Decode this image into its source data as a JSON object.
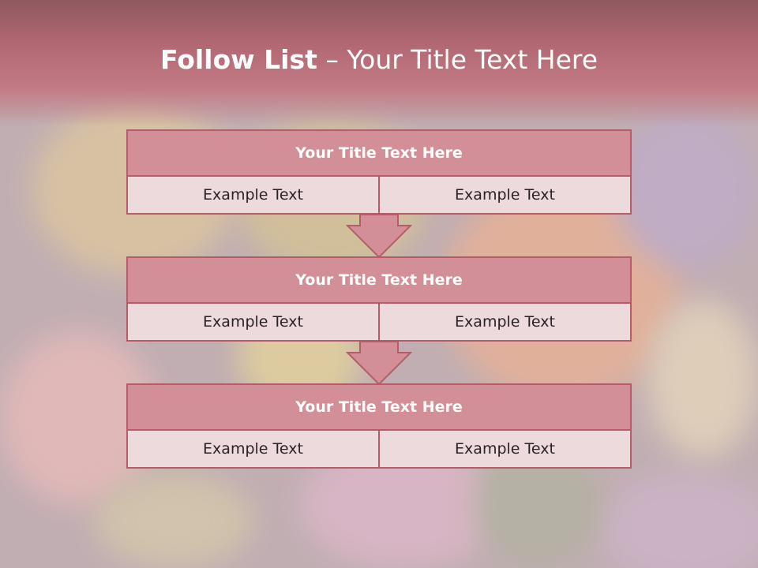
{
  "slide": {
    "title_bold": "Follow List",
    "title_rest": " – Your Title Text Here"
  },
  "steps": [
    {
      "title": "Your Title Text Here",
      "left": "Example Text",
      "right": "Example Text"
    },
    {
      "title": "Your Title Text Here",
      "left": "Example Text",
      "right": "Example Text"
    },
    {
      "title": "Your Title Text Here",
      "left": "Example Text",
      "right": "Example Text"
    }
  ],
  "colors": {
    "header": "#b26873",
    "box_border": "#b65c69",
    "box_title_fill": "#d28f98",
    "box_cell_fill": "#ecdadd",
    "arrow_fill": "#d28f98"
  }
}
